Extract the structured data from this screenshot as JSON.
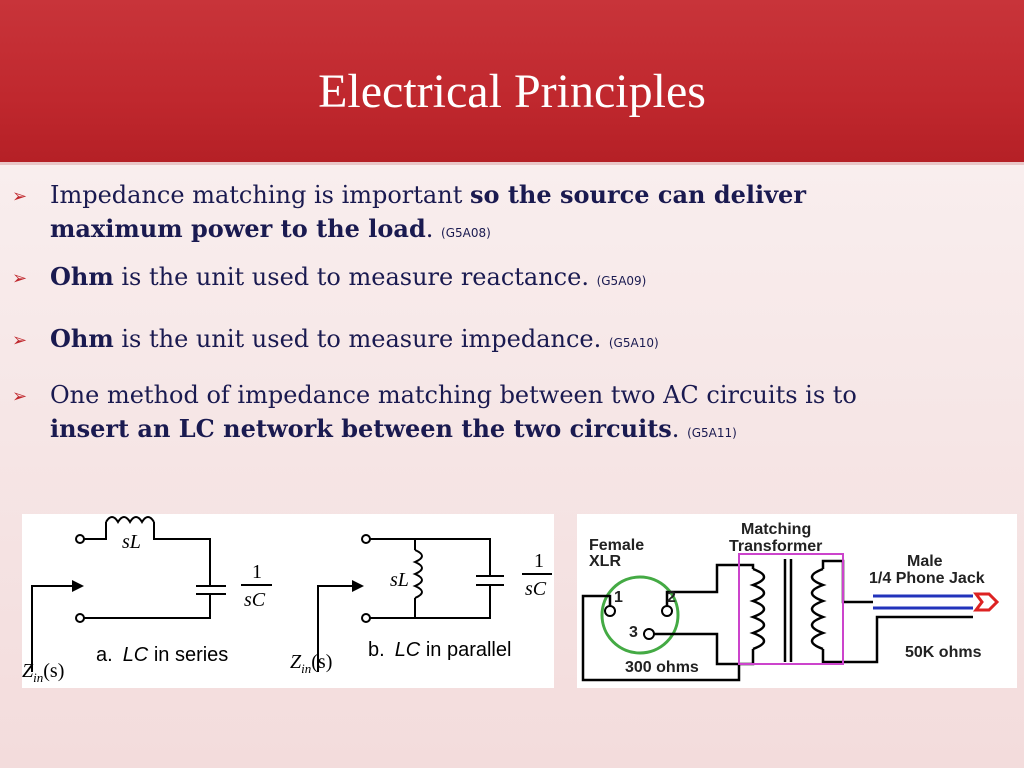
{
  "slide": {
    "title": "Electrical Principles",
    "accent_color": "#c0282e",
    "text_color": "#1a1a50"
  },
  "bullets": [
    {
      "icon": "arrow-bullet-icon",
      "pre": "Impedance matching is important ",
      "bold": "so the source can deliver maximum power to the load",
      "post": ". ",
      "tag": "(G5A08)"
    },
    {
      "icon": "arrow-bullet-icon",
      "bold": "Ohm",
      "post": " is the unit used to measure reactance. ",
      "tag": "(G5A09)"
    },
    {
      "icon": "arrow-bullet-icon",
      "bold": "Ohm",
      "post": " is the unit used to measure impedance. ",
      "tag": "(G5A10)"
    },
    {
      "icon": "arrow-bullet-icon",
      "pre": "One method of impedance matching between two AC circuits is to ",
      "bold": "insert an LC network between the two circuits",
      "post": ". ",
      "tag": "(G5A11)"
    }
  ],
  "lc_diagram": {
    "series": {
      "inductor_label": "sL",
      "cap_num": "1",
      "cap_den": "sC",
      "zin": "Z",
      "zin_sub": "in",
      "zin_arg": "(s)",
      "caption_letter": "a.",
      "caption_lc": "LC",
      "caption_text": " in series"
    },
    "parallel": {
      "inductor_label": "sL",
      "cap_num": "1",
      "cap_den": "sC",
      "zin": "Z",
      "zin_sub": "in",
      "zin_arg": "(s)",
      "caption_letter": "b.",
      "caption_lc": "LC",
      "caption_text": " in parallel"
    }
  },
  "transformer_diagram": {
    "female_label": "Female",
    "xlr_label": "XLR",
    "matching_label": "Matching",
    "transformer_label": "Transformer",
    "male_label": "Male",
    "jack_label": "1/4 Phone Jack",
    "pin1": "1",
    "pin2": "2",
    "pin3": "3",
    "ohms_left": "300 ohms",
    "ohms_right": "50K ohms",
    "box_color": "#cc44cc",
    "xlr_circle_color": "#44aa44",
    "jack_line_color": "#2233bb",
    "jack_plug_color": "#dd2222"
  }
}
